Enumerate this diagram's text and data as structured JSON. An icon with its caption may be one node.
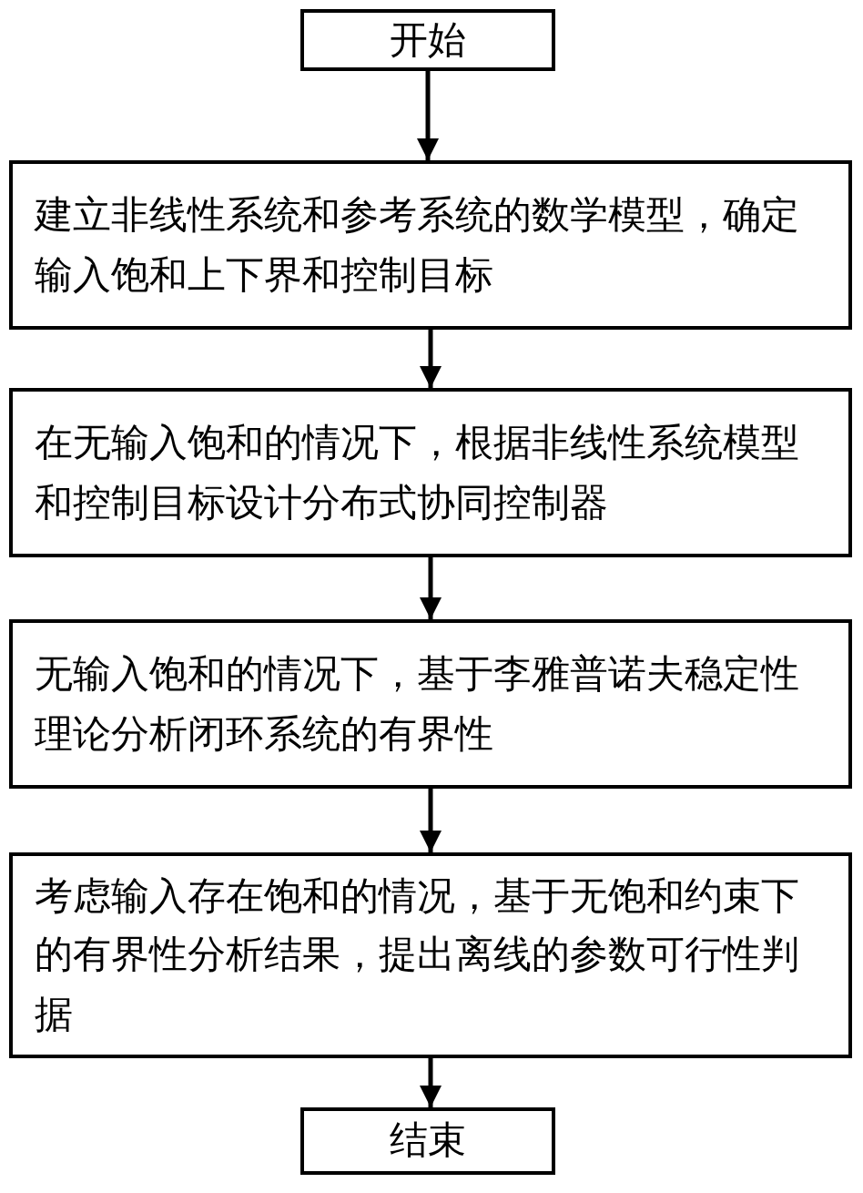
{
  "diagram": {
    "nodes": [
      {
        "text": [
          "开始"
        ]
      },
      {
        "text": [
          "建立非线性系统和参考系统的数学模型，确定输入饱和上下界和控制目标"
        ]
      },
      {
        "text": [
          "在无输入饱和的情况下，根据非线性系统模型和控制目标设计分布式协同控制器"
        ]
      },
      {
        "text": [
          "无输入饱和的情况下，基于李雅普诺夫稳定性理论分析闭环系统的有界性"
        ]
      },
      {
        "text": [
          "考虑输入存在饱和的情况，基于无饱和约束下的有界性分析结果，提出离线的参数可行性判据"
        ]
      },
      {
        "text": [
          "结束"
        ]
      }
    ],
    "edges": [
      {
        "from": 0,
        "to": 1,
        "arrow": "to"
      },
      {
        "from": 1,
        "to": 2,
        "arrow": "to"
      },
      {
        "from": 2,
        "to": 3,
        "arrow": "to"
      },
      {
        "from": 3,
        "to": 4,
        "arrow": "to"
      },
      {
        "from": 4,
        "to": 5,
        "arrow": "to"
      }
    ]
  }
}
